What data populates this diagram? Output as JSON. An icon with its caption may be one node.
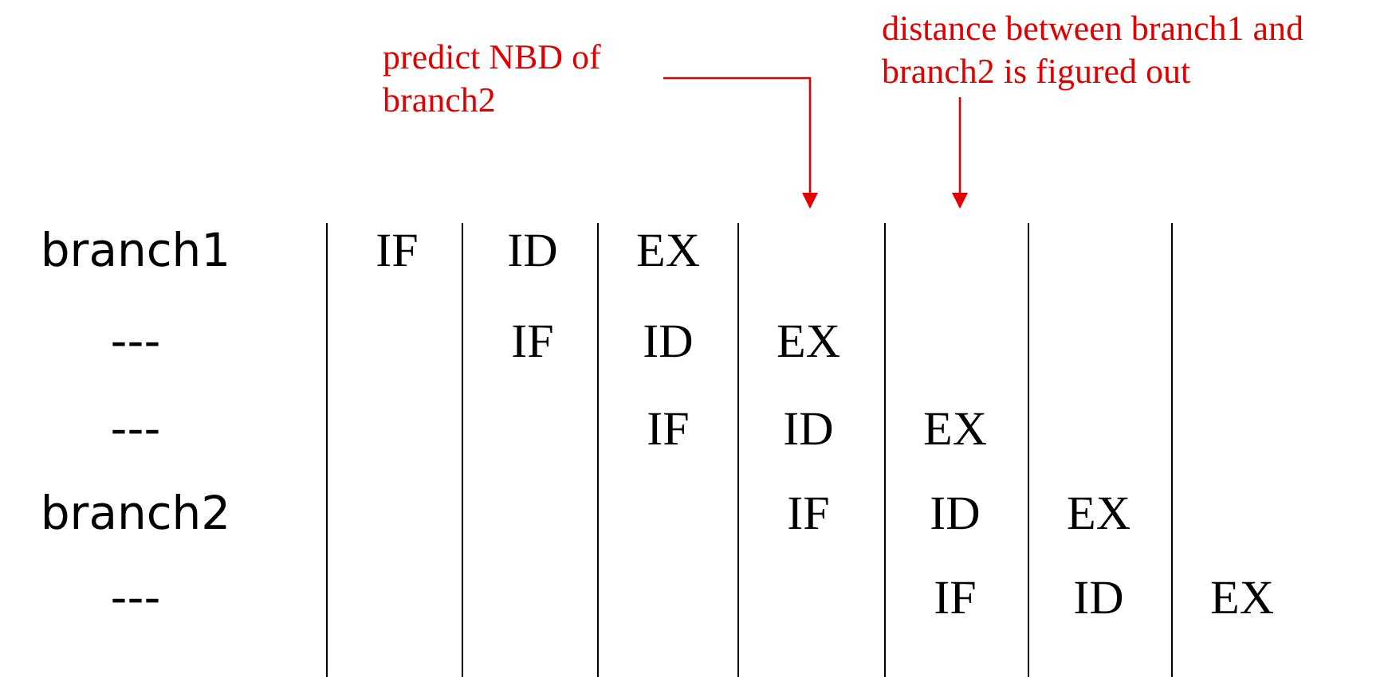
{
  "diagram": {
    "nodes": [
      {
        "text": [
          "predict NBD of branch2"
        ]
      },
      {
        "text": [
          "distance between branch1 and branch2 is figured out"
        ]
      }
    ],
    "edges": [
      {
        "from": 0,
        "to": null,
        "arrow": "to"
      },
      {
        "from": 1,
        "to": null,
        "arrow": "to"
      }
    ],
    "labels": [
      "branch1",
      "IF",
      "ID",
      "EX",
      "---",
      "IF",
      "ID",
      "EX",
      "---",
      "IF",
      "ID",
      "EX",
      "branch2",
      "IF",
      "ID",
      "EX",
      "---",
      "IF",
      "ID",
      "EX"
    ]
  }
}
